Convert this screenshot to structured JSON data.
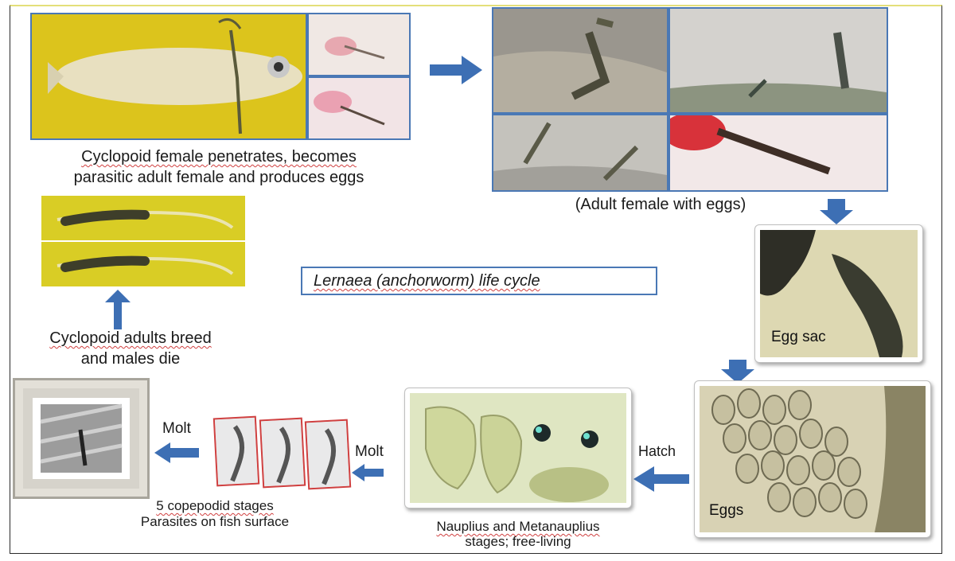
{
  "title": "Lernaea (anchorworm) life cycle",
  "captions": {
    "penetrates_line1": "Cyclopoid female penetrates, becomes",
    "penetrates_line2": "parasitic adult female and produces eggs",
    "adult_female": "(Adult female with eggs)",
    "breed_line1": "Cyclopoid adults breed",
    "breed_line2": "and males die",
    "copepodid_line1": "5 copepodid stages",
    "copepodid_line2": "Parasites on fish surface",
    "nauplius_line1": "Nauplius and Metanauplius",
    "nauplius_line2": "stages; free-living"
  },
  "photo_labels": {
    "egg_sac": "Egg sac",
    "eggs": "Eggs"
  },
  "arrow_labels": {
    "molt_left": "Molt",
    "molt_right": "Molt",
    "hatch": "Hatch"
  },
  "colors": {
    "arrow": "#3d6fb4",
    "border": "#4a78b5",
    "fish_background": "#d9c21a",
    "red_frame": "#d04040"
  }
}
